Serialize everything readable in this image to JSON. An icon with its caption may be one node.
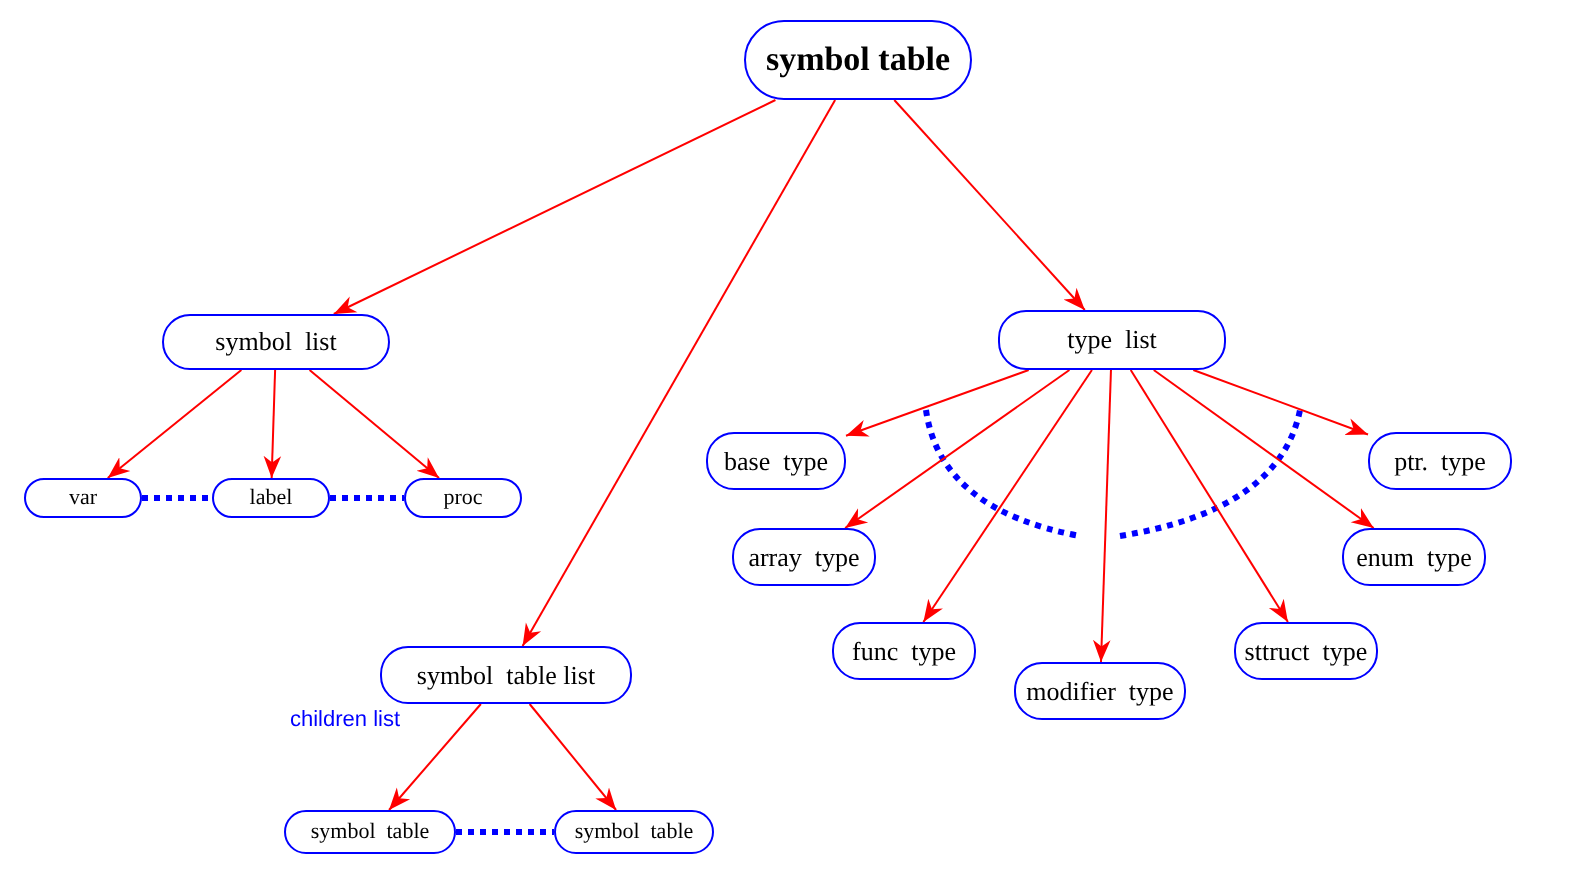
{
  "diagram": {
    "nodes": [
      {
        "text": [
          "symbol table"
        ]
      },
      {
        "text": [
          "symbol  list"
        ]
      },
      {
        "text": [
          "type  list"
        ]
      },
      {
        "text": [
          "var"
        ]
      },
      {
        "text": [
          "label"
        ]
      },
      {
        "text": [
          "proc"
        ]
      },
      {
        "text": [
          "symbol  table list"
        ]
      },
      {
        "text": [
          "symbol  table"
        ]
      },
      {
        "text": [
          "symbol  table"
        ]
      },
      {
        "text": [
          "base  type"
        ]
      },
      {
        "text": [
          "array  type"
        ]
      },
      {
        "text": [
          "func  type"
        ]
      },
      {
        "text": [
          "modifier  type"
        ]
      },
      {
        "text": [
          "sttruct  type"
        ]
      },
      {
        "text": [
          "enum  type"
        ]
      },
      {
        "text": [
          "ptr.  type"
        ]
      }
    ],
    "edges": [
      {
        "from": 0,
        "to": 1,
        "arrow": "to"
      },
      {
        "from": 0,
        "to": 6,
        "arrow": "to"
      },
      {
        "from": 0,
        "to": 2,
        "arrow": "to"
      },
      {
        "from": 1,
        "to": 3,
        "arrow": "to"
      },
      {
        "from": 1,
        "to": 4,
        "arrow": "to"
      },
      {
        "from": 1,
        "to": 5,
        "arrow": "to"
      },
      {
        "from": 3,
        "to": 4,
        "arrow": "none",
        "style": "dashed",
        "color": "#0000ff"
      },
      {
        "from": 4,
        "to": 5,
        "arrow": "none",
        "style": "dashed",
        "color": "#0000ff"
      },
      {
        "from": 6,
        "to": 7,
        "arrow": "to"
      },
      {
        "from": 6,
        "to": 8,
        "arrow": "to"
      },
      {
        "from": 7,
        "to": 8,
        "arrow": "none",
        "style": "dashed",
        "color": "#0000ff"
      },
      {
        "from": 2,
        "to": 9,
        "arrow": "to"
      },
      {
        "from": 2,
        "to": 10,
        "arrow": "to"
      },
      {
        "from": 2,
        "to": 11,
        "arrow": "to"
      },
      {
        "from": 2,
        "to": 12,
        "arrow": "to"
      },
      {
        "from": 2,
        "to": 13,
        "arrow": "to"
      },
      {
        "from": 2,
        "to": 14,
        "arrow": "to"
      },
      {
        "from": 2,
        "to": 15,
        "arrow": "to"
      }
    ],
    "labels": [
      "children list"
    ]
  }
}
